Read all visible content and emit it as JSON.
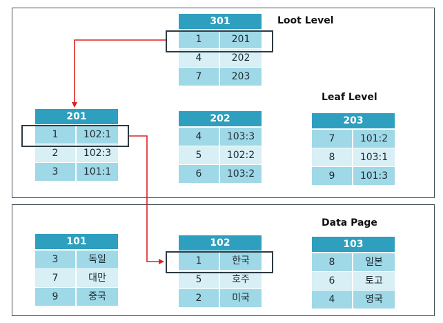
{
  "labels": {
    "root_level": "Loot Level",
    "leaf_level": "Leaf Level",
    "data_page": "Data Page"
  },
  "colors": {
    "header": "#2e9fbe",
    "row_dark": "#9fd8e6",
    "row_light": "#d7eff5",
    "pointer_arrow": "#e02020",
    "frame": "#3a4a55"
  },
  "pages": {
    "p301": {
      "title": "301",
      "rows": [
        [
          "1",
          "201"
        ],
        [
          "4",
          "202"
        ],
        [
          "7",
          "203"
        ]
      ]
    },
    "p201": {
      "title": "201",
      "rows": [
        [
          "1",
          "102:1"
        ],
        [
          "2",
          "102:3"
        ],
        [
          "3",
          "101:1"
        ]
      ]
    },
    "p202": {
      "title": "202",
      "rows": [
        [
          "4",
          "103:3"
        ],
        [
          "5",
          "102:2"
        ],
        [
          "6",
          "103:2"
        ]
      ]
    },
    "p203": {
      "title": "203",
      "rows": [
        [
          "7",
          "101:2"
        ],
        [
          "8",
          "103:1"
        ],
        [
          "9",
          "101:3"
        ]
      ]
    },
    "p101": {
      "title": "101",
      "rows": [
        [
          "3",
          "독일"
        ],
        [
          "7",
          "대만"
        ],
        [
          "9",
          "중국"
        ]
      ]
    },
    "p102": {
      "title": "102",
      "rows": [
        [
          "1",
          "한국"
        ],
        [
          "5",
          "호주"
        ],
        [
          "2",
          "미국"
        ]
      ]
    },
    "p103": {
      "title": "103",
      "rows": [
        [
          "8",
          "일본"
        ],
        [
          "6",
          "토고"
        ],
        [
          "4",
          "영국"
        ]
      ]
    }
  }
}
